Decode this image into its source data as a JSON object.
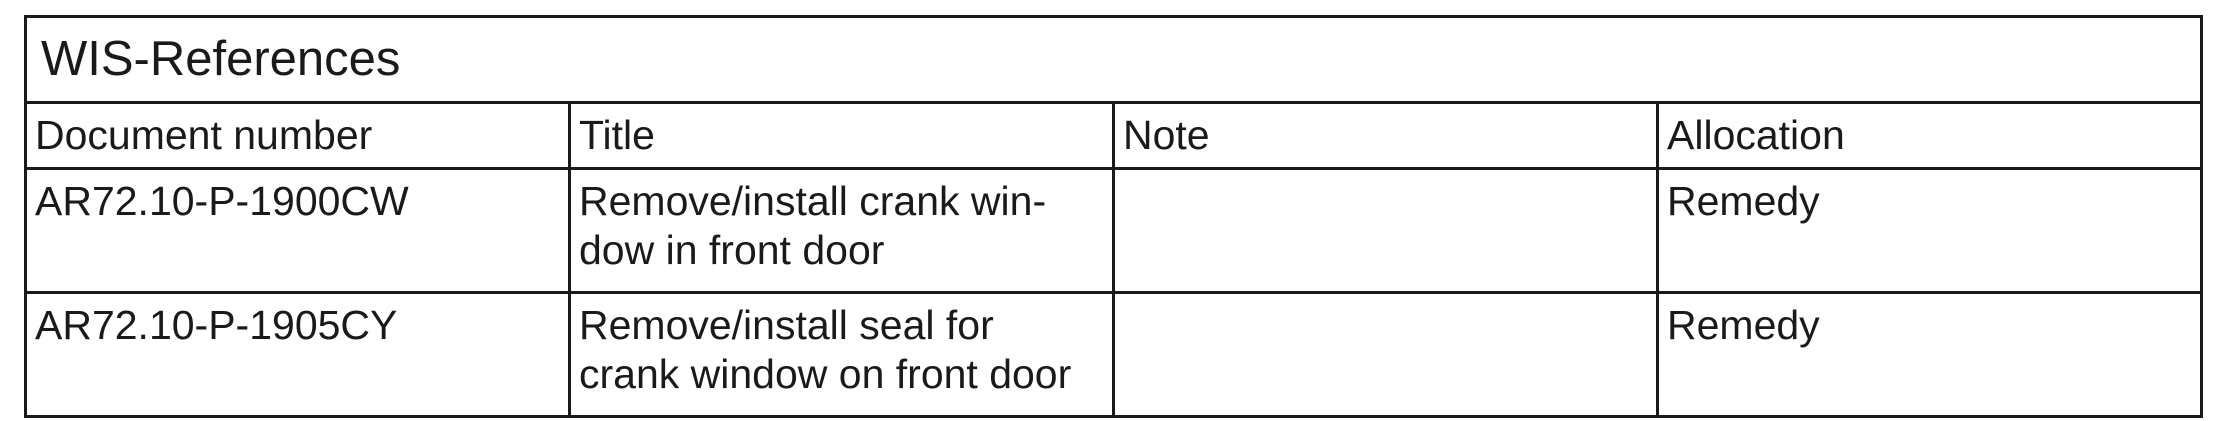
{
  "table": {
    "title": "WIS-References",
    "columns": [
      "Document number",
      "Title",
      "Note",
      "Allocation"
    ],
    "rows": [
      {
        "document_number": "AR72.10-P-1900CW",
        "title_lines": [
          "Remove/install crank win-",
          "dow in front door"
        ],
        "note": "",
        "allocation": "Remedy"
      },
      {
        "document_number": "AR72.10-P-1905CY",
        "title_lines": [
          "Remove/install seal for",
          "crank window on front door"
        ],
        "note": "",
        "allocation": "Remedy"
      }
    ]
  }
}
